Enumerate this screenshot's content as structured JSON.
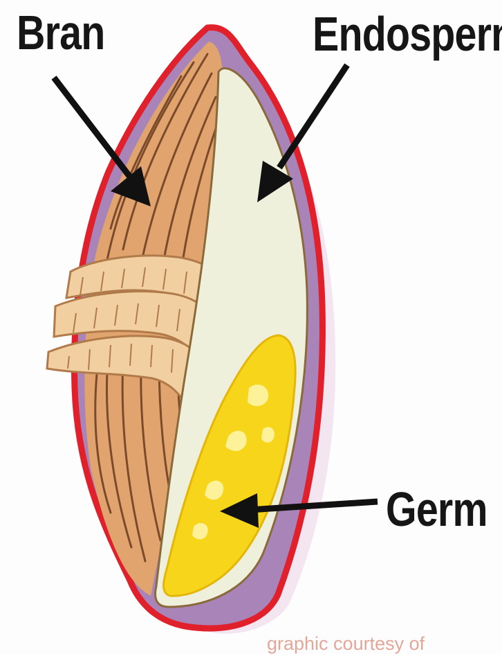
{
  "labels": {
    "bran": "Bran",
    "endosperm": "Endosperm",
    "germ": "Germ"
  },
  "credit": "graphic courtesy of",
  "colors": {
    "outline": "#e0202a",
    "seed_coat": "#a884b8",
    "bran": "#e2a46e",
    "bran_lines": "#7a4a2a",
    "bran_flap": "#f1cfa0",
    "endosperm": "#eef0dc",
    "germ": "#f7d51a",
    "arrow": "#111111",
    "credit": "#e3a79a"
  }
}
